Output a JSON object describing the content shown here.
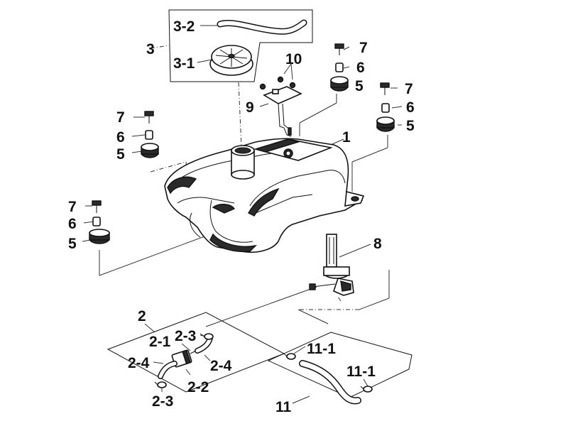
{
  "labels": {
    "c1": "1",
    "c2": "2",
    "c2_1": "2-1",
    "c2_2": "2-2",
    "c2_3a": "2-3",
    "c2_3b": "2-3",
    "c2_4a": "2-4",
    "c2_4b": "2-4",
    "c3": "3",
    "c3_1": "3-1",
    "c3_2": "3-2",
    "c5a": "5",
    "c5b": "5",
    "c5c": "5",
    "c5d": "5",
    "c6a": "6",
    "c6b": "6",
    "c6c": "6",
    "c6d": "6",
    "c7a": "7",
    "c7b": "7",
    "c7c": "7",
    "c7d": "7",
    "c8": "8",
    "c9": "9",
    "c10": "10",
    "c11": "11",
    "c11_1a": "11-1",
    "c11_1b": "11-1"
  }
}
